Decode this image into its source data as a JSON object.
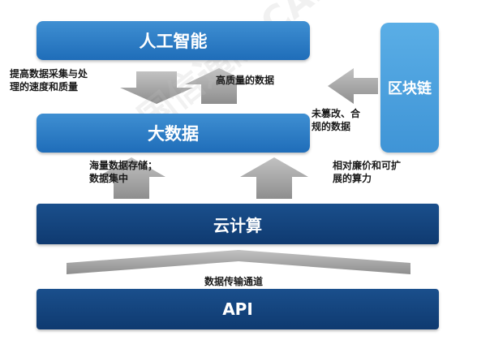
{
  "layers": {
    "ai": "人工智能",
    "big_data": "大数据",
    "cloud": "云计算",
    "api": "API",
    "blockchain": "区块链"
  },
  "notes": {
    "ai_to_bigdata": "提高数据采集与处\n理的速度和质量",
    "bigdata_to_ai": "高质量的数据",
    "blockchain_to_bigdata": "未篡改、合\n规的数据",
    "storage": "海量数据存储；\n数据集中",
    "compute": "相对廉价和可扩\n展的算力",
    "channel": "数据传输通道"
  },
  "watermark": "中国信通院 CAICT",
  "colors": {
    "layer_light": "#2a7cc7",
    "layer_dark": "#123f76",
    "blockchain": "#4aa2df",
    "arrow": "#a8a8a8"
  }
}
